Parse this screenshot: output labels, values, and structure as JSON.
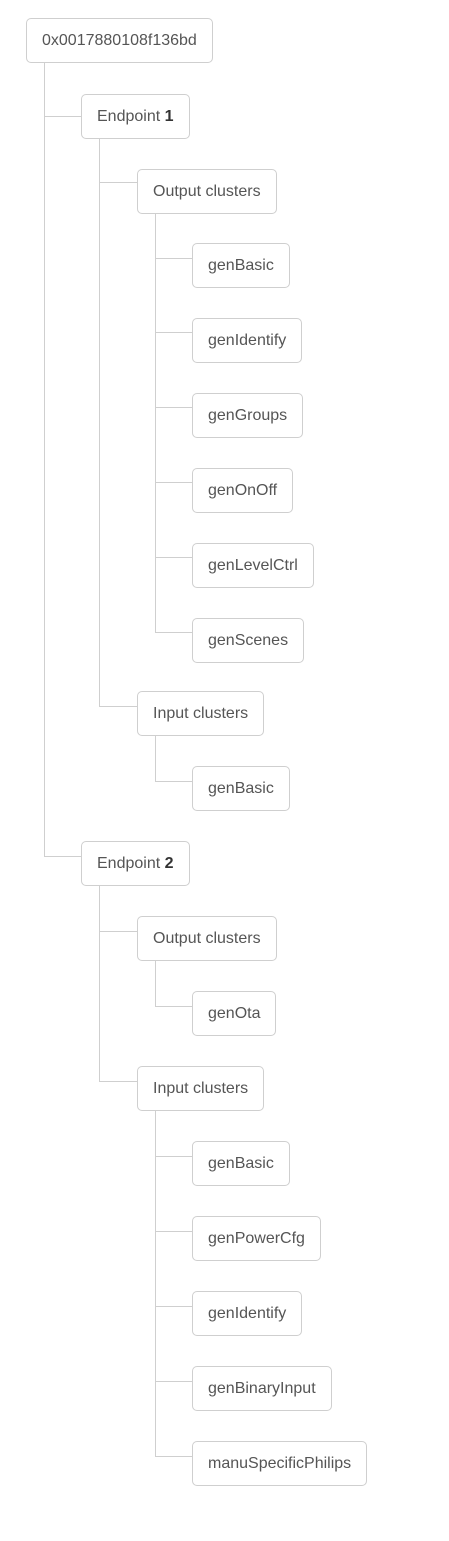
{
  "root": {
    "label": "0x0017880108f136bd"
  },
  "endpoints": [
    {
      "prefix": "Endpoint ",
      "number": "1",
      "output": {
        "label": "Output clusters",
        "items": [
          "genBasic",
          "genIdentify",
          "genGroups",
          "genOnOff",
          "genLevelCtrl",
          "genScenes"
        ]
      },
      "input": {
        "label": "Input clusters",
        "items": [
          "genBasic"
        ]
      }
    },
    {
      "prefix": "Endpoint ",
      "number": "2",
      "output": {
        "label": "Output clusters",
        "items": [
          "genOta"
        ]
      },
      "input": {
        "label": "Input clusters",
        "items": [
          "genBasic",
          "genPowerCfg",
          "genIdentify",
          "genBinaryInput",
          "manuSpecificPhilips"
        ]
      }
    }
  ]
}
